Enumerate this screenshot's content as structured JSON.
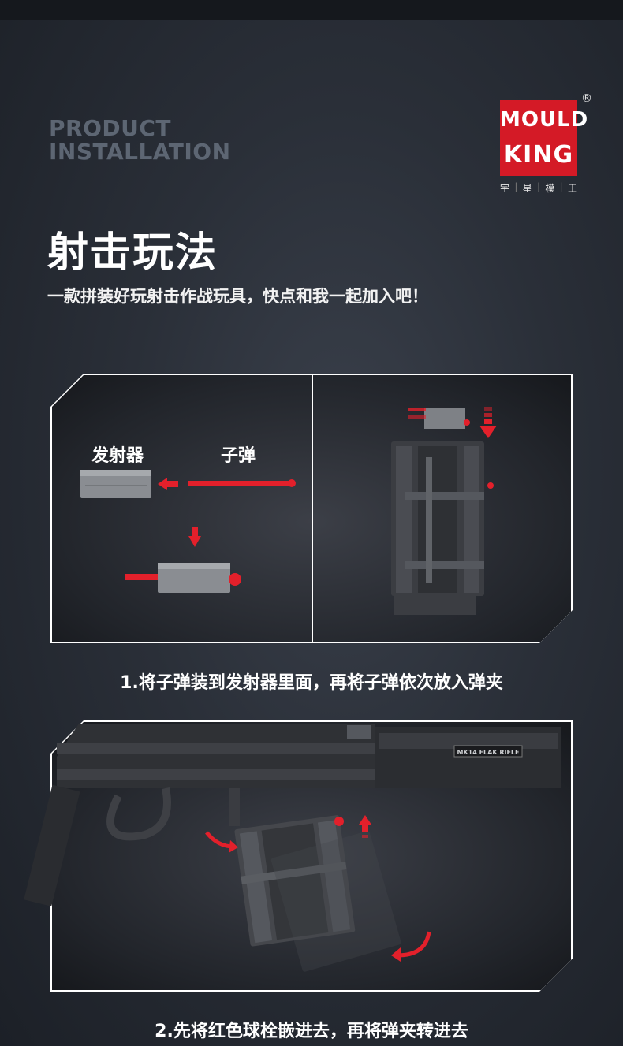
{
  "header": {
    "section_label_line1": "PRODUCT",
    "section_label_line2": "INSTALLATION"
  },
  "logo": {
    "line1": "MOULD",
    "line2": "KING",
    "registered": "®",
    "cn_chars": [
      "宇",
      "星",
      "模",
      "王"
    ],
    "brand_color": "#d41a26"
  },
  "title": {
    "main": "射击玩法",
    "subtitle": "一款拼装好玩射击作战玩具，快点和我一起加入吧！"
  },
  "step1": {
    "launcher_label": "发射器",
    "bullet_label": "子弹",
    "caption": "1.将子弹装到发射器里面，再将子弹依次放入弹夹"
  },
  "step2": {
    "rifle_badge": "MK14 FLAK RIFLE",
    "caption": "2.先将红色球栓嵌进去，再将弹夹转进去"
  },
  "colors": {
    "accent_red": "#e3202b",
    "brick_gray": "#8a8d92",
    "dark_brick": "#3b3d42"
  }
}
